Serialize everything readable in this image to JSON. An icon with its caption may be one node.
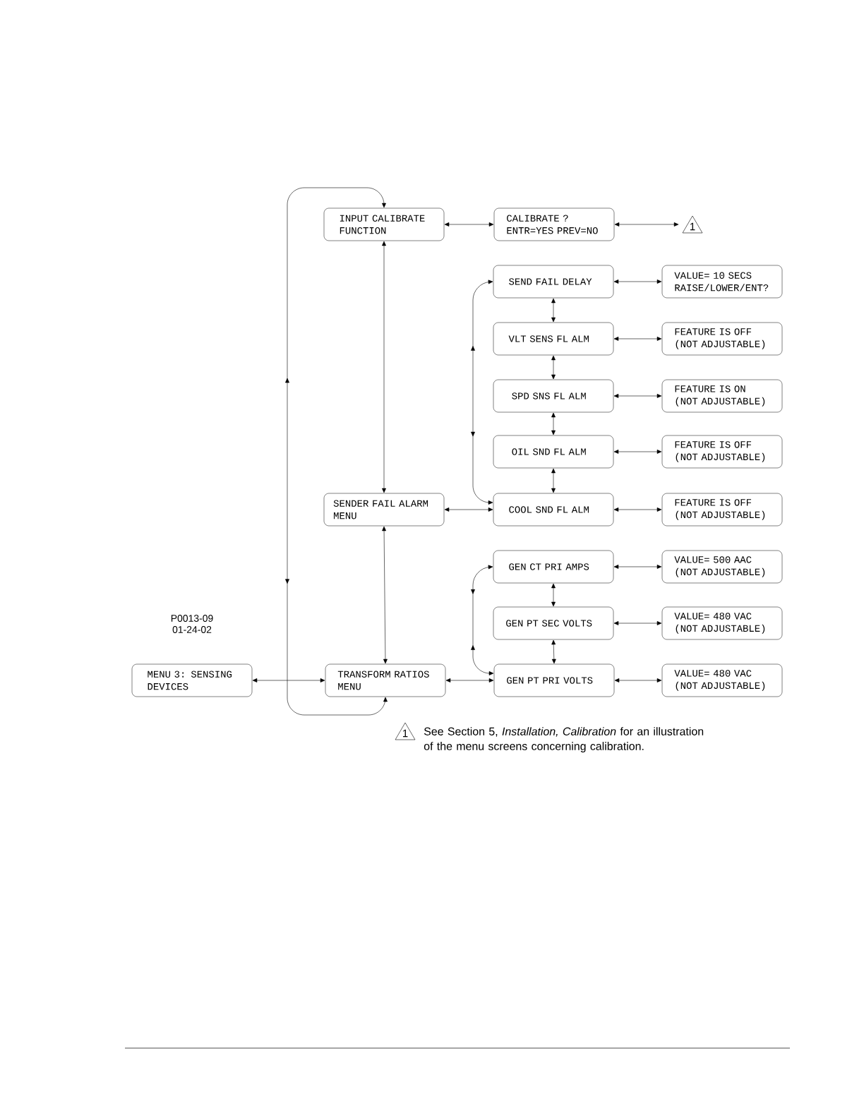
{
  "diagram": {
    "nodes": [
      {
        "text": [
          "INPUT CALIBRATE FUNCTION"
        ]
      },
      {
        "text": [
          "CALIBRATE ? ENTR=YES PREV=NO"
        ]
      },
      {
        "text": [
          "1"
        ]
      },
      {
        "text": [
          "SEND FAIL DELAY"
        ]
      },
      {
        "text": [
          "VALUE= 10 SECS RAISE/LOWER/ENT?"
        ]
      },
      {
        "text": [
          "VLT SENS FL ALM"
        ]
      },
      {
        "text": [
          "FEATURE IS OFF (NOT ADJUSTABLE)"
        ]
      },
      {
        "text": [
          "SPD SNS FL ALM"
        ]
      },
      {
        "text": [
          "FEATURE IS ON (NOT ADJUSTABLE)"
        ]
      },
      {
        "text": [
          "OIL SND FL ALM"
        ]
      },
      {
        "text": [
          "FEATURE IS OFF (NOT ADJUSTABLE)"
        ]
      },
      {
        "text": [
          "SENDER FAIL ALARM MENU"
        ]
      },
      {
        "text": [
          "COOL SND FL ALM"
        ]
      },
      {
        "text": [
          "FEATURE IS OFF (NOT ADJUSTABLE)"
        ]
      },
      {
        "text": [
          "GEN CT PRI AMPS"
        ]
      },
      {
        "text": [
          "VALUE= 500 AAC (NOT ADJUSTABLE)"
        ]
      },
      {
        "text": [
          "GEN PT SEC VOLTS"
        ]
      },
      {
        "text": [
          "VALUE= 480 VAC (NOT ADJUSTABLE)"
        ]
      },
      {
        "text": [
          "MENU 3: SENSING DEVICES"
        ]
      },
      {
        "text": [
          "TRANSFORM RATIOS MENU"
        ]
      },
      {
        "text": [
          "GEN PT PRI VOLTS"
        ]
      },
      {
        "text": [
          "VALUE= 480 VAC (NOT ADJUSTABLE)"
        ]
      },
      {
        "text": [
          "1"
        ]
      }
    ],
    "edges": [
      {
        "from": 0,
        "to": 1,
        "arrow": "both"
      },
      {
        "from": 1,
        "to": 2,
        "arrow": "both"
      },
      {
        "from": 3,
        "to": 4,
        "arrow": "both"
      },
      {
        "from": 5,
        "to": 6,
        "arrow": "both"
      },
      {
        "from": 7,
        "to": 8,
        "arrow": "both"
      },
      {
        "from": 9,
        "to": 10,
        "arrow": "both"
      },
      {
        "from": 12,
        "to": 13,
        "arrow": "both"
      },
      {
        "from": 3,
        "to": 5,
        "arrow": "both"
      },
      {
        "from": 5,
        "to": 7,
        "arrow": "both"
      },
      {
        "from": 7,
        "to": 9,
        "arrow": "both"
      },
      {
        "from": 9,
        "to": 12,
        "arrow": "both"
      },
      {
        "from": 3,
        "to": 12,
        "arrow": "both"
      },
      {
        "from": 11,
        "to": 12,
        "arrow": "both"
      },
      {
        "from": 0,
        "to": 11,
        "arrow": "both"
      },
      {
        "from": 11,
        "to": 19,
        "arrow": "both"
      },
      {
        "from": 14,
        "to": 15,
        "arrow": "both"
      },
      {
        "from": 16,
        "to": 17,
        "arrow": "both"
      },
      {
        "from": 20,
        "to": 21,
        "arrow": "both"
      },
      {
        "from": 14,
        "to": 16,
        "arrow": "both"
      },
      {
        "from": 16,
        "to": 20,
        "arrow": "both"
      },
      {
        "from": 14,
        "to": 20,
        "arrow": "both"
      },
      {
        "from": 19,
        "to": 20,
        "arrow": "both"
      },
      {
        "from": 18,
        "to": 19,
        "arrow": "both"
      },
      {
        "from": 19,
        "to": 0,
        "arrow": "both"
      }
    ],
    "labels": [
      "P0013-09",
      "01-24-02",
      "See Section 5, *Installation, Calibration* for an illustration of the menu screens concerning calibration."
    ]
  }
}
